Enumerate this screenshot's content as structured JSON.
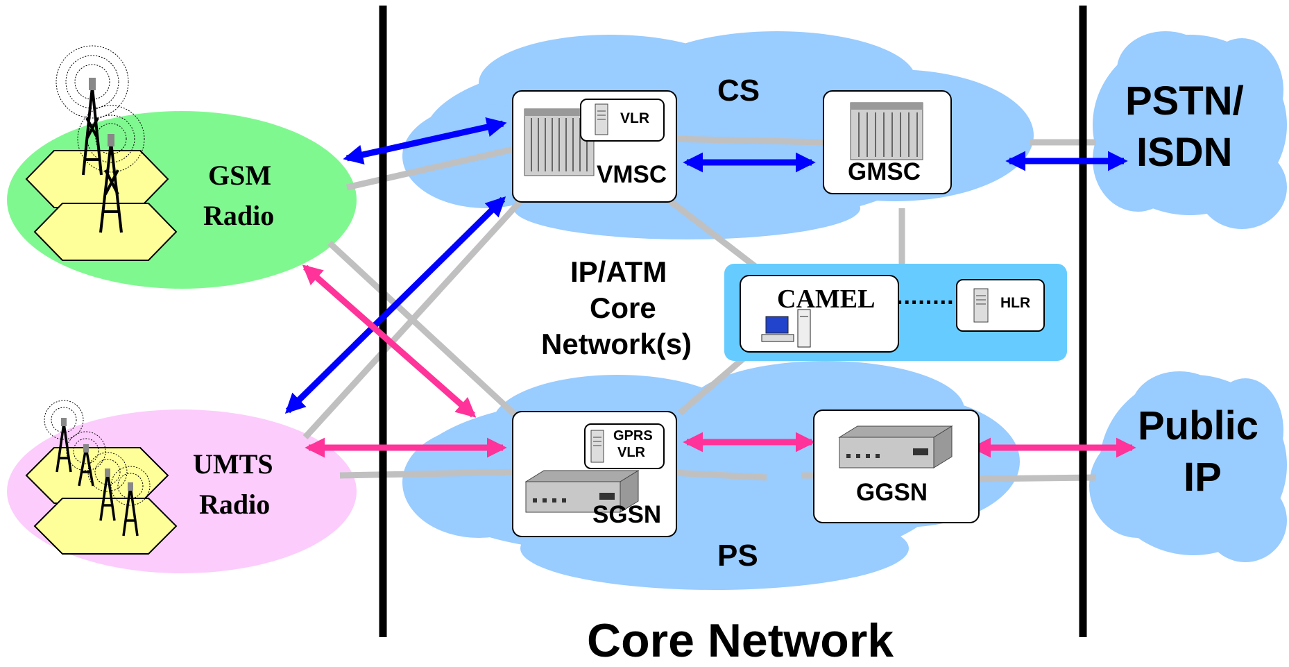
{
  "regions": {
    "gsm_radio": {
      "line1": "GSM",
      "line2": "Radio"
    },
    "umts_radio": {
      "line1": "UMTS",
      "line2": "Radio"
    },
    "cs": "CS",
    "ps": "PS",
    "pstn": {
      "line1": "PSTN/",
      "line2": "ISDN"
    },
    "public_ip": {
      "line1": "Public",
      "line2": "IP"
    },
    "ipatm": {
      "line1": "IP/ATM",
      "line2": "Core",
      "line3": "Network(s)"
    }
  },
  "nodes": {
    "vmsc": "VMSC",
    "vlr": "VLR",
    "gmsc": "GMSC",
    "sgsn": "SGSN",
    "gprs_vlr": {
      "line1": "GPRS",
      "line2": "VLR"
    },
    "ggsn": "GGSN",
    "camel": "CAMEL",
    "hlr": "HLR",
    "camel_hlr_link": "........"
  },
  "footer": {
    "title": "Core Network"
  },
  "colors": {
    "gsm": "#80f890",
    "umts": "#fcccfc",
    "cloud": "#99ccff",
    "camel_panel": "#66ccff",
    "arrow_blue": "#0000ff",
    "arrow_pink": "#ff3399",
    "link_grey": "#c0c0c0",
    "hex": "#ffff99"
  }
}
